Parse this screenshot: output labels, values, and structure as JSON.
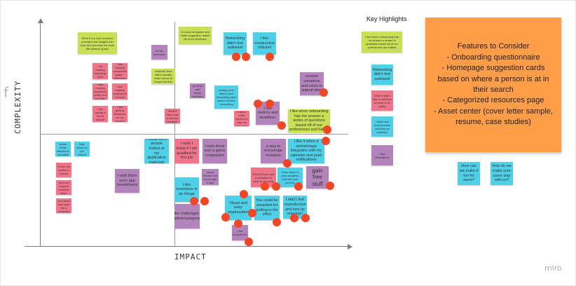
{
  "axes": {
    "y_label": "COMPLEXITY",
    "x_label": "IMPACT"
  },
  "decor": {
    "side_glyph": "f"
  },
  "highlights": {
    "title": "Key Highlights"
  },
  "features": {
    "text": "Features to Consider\n- Onboarding questionnaire\n- Homepage suggestion cards based on where a person is at in their search\n- Categorized resources page\n- Asset center (cover letter sample, resume, case studies)"
  },
  "questions": {
    "fun": "How can we make it fun for users?",
    "stay": "How do we make sure users stay with us?"
  },
  "brand": {
    "logo": "miro"
  },
  "notes": {
    "research": "What if our user research provides new insights into how men perceive the work life balance space",
    "reading_intern": "I like reading Internship Q&A",
    "reading_perks": "I like reading companies' perks and benefits",
    "having_tutorial": "I like having a friend tutorial",
    "reading_goals": "I like reading companies goals + objectives",
    "reading_reviews": "I like reading employees reviews",
    "getting_feedback": "I like getting feedback on my resume",
    "animation": "an idle animation",
    "recognize": "AI could recognize and make suggestion based off of my feedback",
    "modules": "What if the modules' feed offers actually make sense to those that feel they have been",
    "set_goals": "set their own break activities",
    "what_resume": "What if there was a resume template",
    "networking_awkward": "Networking didn't feel awkward",
    "constructive": "I like constructive criticism",
    "cover_letters": "writing cover letters (and everything else) wasn't so time consuming",
    "resume_variations": "resume variations and when to submit what",
    "what_tips": "What if there was a tips & tricks section to help me not need to get lucky",
    "metrics": "I like metrics and deadlines",
    "onboarding_main": "I like when onboarding has me answer a series of questions based off of our preferences and habits",
    "break_ideas": "break ideas tailored to my tasks",
    "help_focus": "help focus on job search",
    "pink_small_1": "I'd like the option to choose",
    "pink_small_2": "want my resume could be better",
    "pink_small_3": "I wish the tool could help give me a company assessment",
    "tell_people": "I could tell if people looked at my application materials",
    "qualified": "I wish I knew if I am qualified for this job",
    "game_component": "I wish there was a game component",
    "app_breakdown": "I wish there were app breakdowns",
    "incentives": "I like incentives to do things",
    "show_friends": "show friends and encourage in app",
    "challenges": "I like challenges to complete/assignments",
    "encourage": "a way to encourage revisions",
    "website_app": "I like it when a website/app integrates with my calendar and push notifications",
    "checklist": "What if there was a checklist on what to do today",
    "keep_track": "Keep track of your progress and see your journey",
    "gain_free": "gain free stuff",
    "visual_easy": "Visual and easy organization",
    "rewarded": "You could be rewarded for putting in the effort",
    "unproductive": "I didn't feel unproductive and lazy by relaxing!!",
    "illustrations": "I like illustrations",
    "hl_onboarding": "I like when onboarding has me answer a series of questions based off of our preferences and habits",
    "hl_networking": "Networking didn't feel awkward",
    "hl_checklist": "What if there was a checklist on what to do today",
    "hl_unproductive": "I didn't feel unproductive and lazy by relaxing?",
    "hl_illustrations": "I like illustrations"
  },
  "colors": {
    "lime": "#c9df56",
    "pink": "#f0758a",
    "purple": "#b384bb",
    "cyan": "#4fd0e9",
    "orange": "#ff9d48",
    "vote_dot": "#f24726"
  }
}
